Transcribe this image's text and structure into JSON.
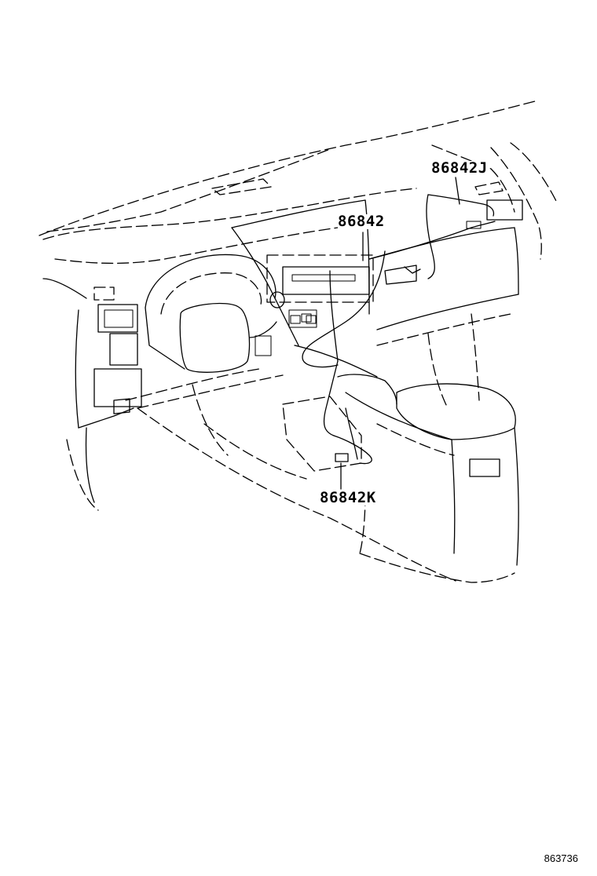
{
  "callouts": [
    {
      "part_number": "86842J"
    },
    {
      "part_number": "86842"
    },
    {
      "part_number": "86842K"
    }
  ],
  "figure_id": "863736"
}
